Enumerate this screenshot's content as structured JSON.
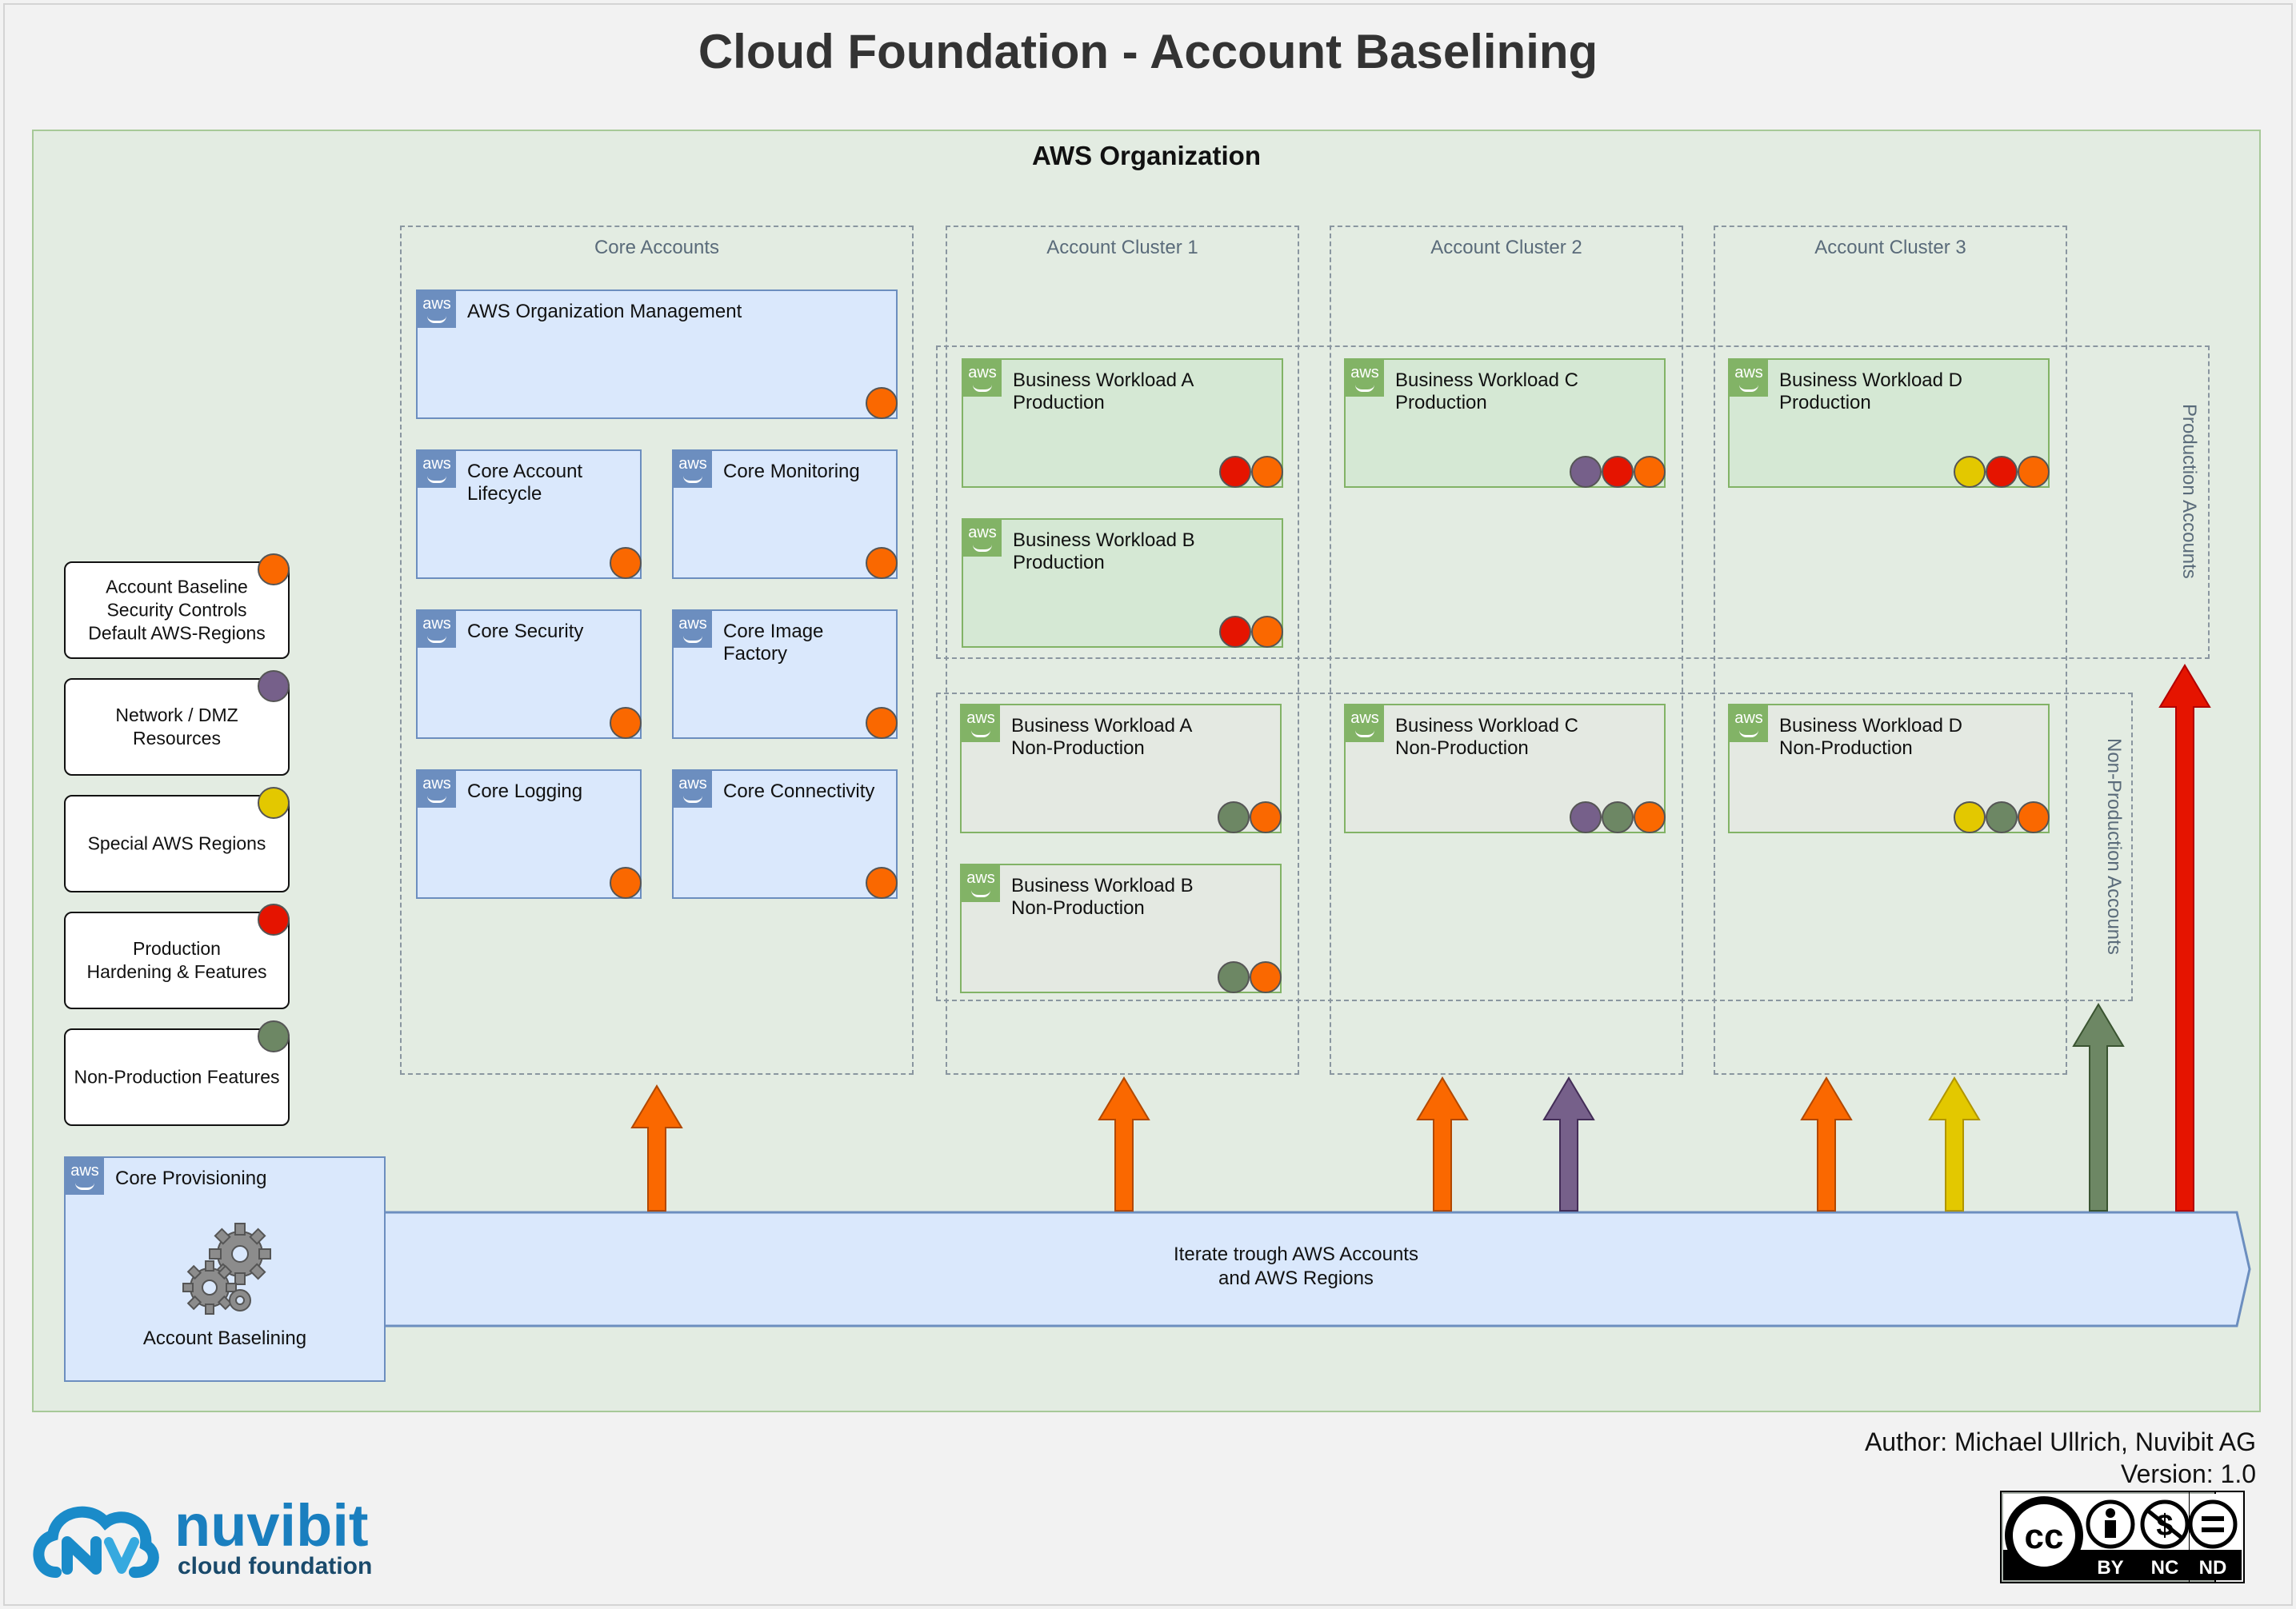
{
  "title": "Cloud Foundation - Account Baselining",
  "organization": {
    "label": "AWS Organization"
  },
  "groups": {
    "core": "Core Accounts",
    "cluster1": "Account Cluster 1",
    "cluster2": "Account Cluster 2",
    "cluster3": "Account Cluster 3",
    "production": "Production Accounts",
    "nonproduction": "Non-Production Accounts"
  },
  "aws_icon_text": "aws",
  "colors": {
    "baseline": "#fa6800",
    "network": "#76608a",
    "regions": "#e3c800",
    "production": "#e51400",
    "nonproduction": "#6d8764"
  },
  "accounts": {
    "org_mgmt": {
      "name": "AWS Organization Management",
      "features": [
        "baseline"
      ]
    },
    "core_lifecycle": {
      "name": "Core Account\nLifecycle",
      "features": [
        "baseline"
      ]
    },
    "core_monitoring": {
      "name": "Core Monitoring",
      "features": [
        "baseline"
      ]
    },
    "core_security": {
      "name": "Core Security",
      "features": [
        "baseline"
      ]
    },
    "core_image": {
      "name": "Core Image\nFactory",
      "features": [
        "baseline"
      ]
    },
    "core_logging": {
      "name": "Core Logging",
      "features": [
        "baseline"
      ]
    },
    "core_connectivity": {
      "name": "Core Connectivity",
      "features": [
        "baseline"
      ]
    },
    "bw_a_prod": {
      "name": "Business Workload A\nProduction",
      "features": [
        "production",
        "baseline"
      ]
    },
    "bw_b_prod": {
      "name": "Business Workload B\nProduction",
      "features": [
        "production",
        "baseline"
      ]
    },
    "bw_c_prod": {
      "name": "Business Workload C\nProduction",
      "features": [
        "network",
        "production",
        "baseline"
      ]
    },
    "bw_d_prod": {
      "name": "Business Workload D\nProduction",
      "features": [
        "regions",
        "production",
        "baseline"
      ]
    },
    "bw_a_np": {
      "name": "Business Workload A\nNon-Production",
      "features": [
        "nonproduction",
        "baseline"
      ]
    },
    "bw_b_np": {
      "name": "Business Workload B\nNon-Production",
      "features": [
        "nonproduction",
        "baseline"
      ]
    },
    "bw_c_np": {
      "name": "Business Workload C\nNon-Production",
      "features": [
        "network",
        "nonproduction",
        "baseline"
      ]
    },
    "bw_d_np": {
      "name": "Business Workload D\nNon-Production",
      "features": [
        "regions",
        "nonproduction",
        "baseline"
      ]
    }
  },
  "legend": {
    "baseline": "Account Baseline\nSecurity Controls\nDefault AWS-Regions",
    "network": "Network / DMZ\nResources",
    "regions": "Special AWS Regions",
    "production": "Production\nHardening & Features",
    "nonproduction": "Non-Production Features"
  },
  "provisioning": {
    "name": "Core Provisioning",
    "caption": "Account Baselining",
    "icon": "gears-icon"
  },
  "pipeline": {
    "text": "Iterate trough AWS Accounts\nand AWS Regions"
  },
  "author": {
    "line1": "Author: Michael Ullrich, Nuvibit AG",
    "line2": "Version: 1.0"
  },
  "logo": {
    "brand": "nuvibit",
    "tagline": "cloud foundation"
  },
  "license": {
    "icon": "cc-by-nc-nd-badge",
    "by": "BY",
    "nc": "NC",
    "nd": "ND",
    "cc": "cc"
  }
}
